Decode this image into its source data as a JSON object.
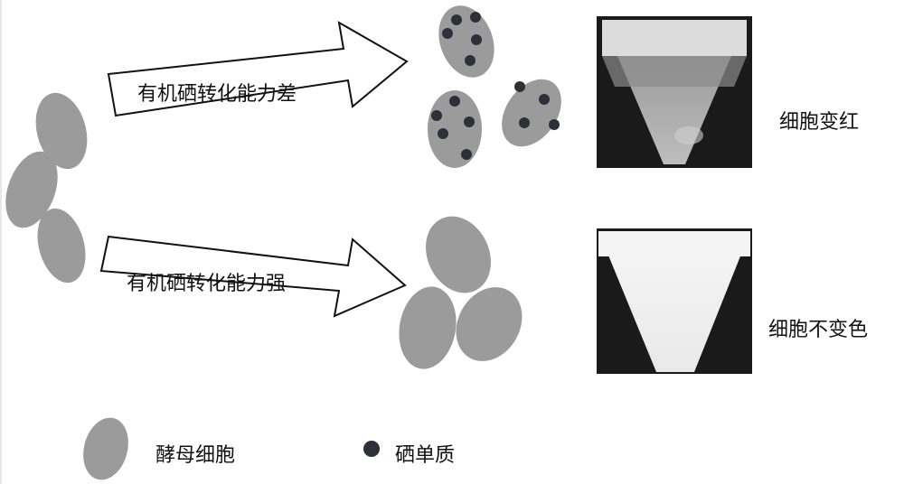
{
  "arrows": {
    "top_label": "有机硒转化能力差",
    "bottom_label": "有机硒转化能力强"
  },
  "results": {
    "top_label": "细胞变红",
    "bottom_label": "细胞不变色"
  },
  "legend": {
    "yeast_label": "酵母细胞",
    "selenium_label": "硒单质"
  },
  "colors": {
    "cell_fill": "#9b9b9b",
    "dot_fill": "#2f2f3a",
    "tube_dark": "#1a1a1a",
    "tube_light": "#f0f0f0"
  }
}
